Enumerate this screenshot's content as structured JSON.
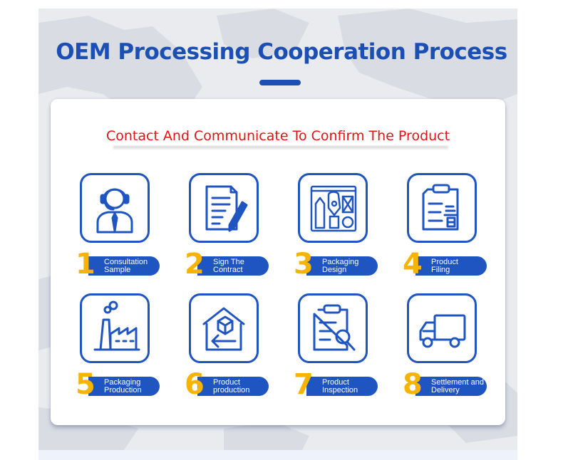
{
  "header": {
    "title": "OEM Processing Cooperation Process"
  },
  "card": {
    "subtitle": "Contact And Communicate To Confirm The Product"
  },
  "steps": [
    {
      "number": "1",
      "line1": "Consultation",
      "line2": "Sample",
      "icon": "customer-service-icon"
    },
    {
      "number": "2",
      "line1": "Sign The",
      "line2": "Contract",
      "icon": "contract-icon"
    },
    {
      "number": "3",
      "line1": "Packaging",
      "line2": "Design",
      "icon": "design-tools-icon"
    },
    {
      "number": "4",
      "line1": "Product",
      "line2": "Filing",
      "icon": "filing-clipboard-icon"
    },
    {
      "number": "5",
      "line1": "Packaging",
      "line2": "Production",
      "icon": "factory-icon"
    },
    {
      "number": "6",
      "line1": "Product",
      "line2": "production",
      "icon": "warehouse-icon"
    },
    {
      "number": "7",
      "line1": "Product",
      "line2": "Inspection",
      "icon": "inspection-icon"
    },
    {
      "number": "8",
      "line1": "Settlement and",
      "line2": "Delivery",
      "icon": "delivery-truck-icon"
    }
  ],
  "colors": {
    "brand_blue": "#1f55c0",
    "title_blue": "#1b4fb3",
    "subtitle_red": "#e11414",
    "number_yellow": "#f6b400"
  }
}
